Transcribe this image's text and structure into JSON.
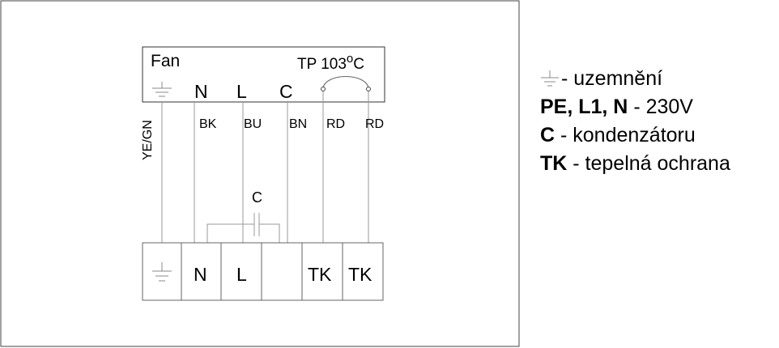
{
  "fan": {
    "title": "Fan",
    "thermal_protection": "TP 103",
    "thermal_protection_unit": "C",
    "thermal_protection_degree": "o",
    "terminals": [
      "N",
      "L",
      "C"
    ],
    "ground_icon": "ground-icon"
  },
  "wires": [
    "YE/GN",
    "BK",
    "BU",
    "BN",
    "RD",
    "RD"
  ],
  "capacitor": {
    "label": "C"
  },
  "terminal_block": {
    "ground_icon": "ground-icon",
    "terminals": [
      "N",
      "L",
      "",
      "TK",
      "TK"
    ]
  },
  "legend": {
    "ground_icon": "ground-icon",
    "items": [
      {
        "bold": "",
        "text": "- uzemnění"
      },
      {
        "bold": "PE, L1, N",
        "text": " - 230V"
      },
      {
        "bold": "C",
        "text": " - kondenzátoru"
      },
      {
        "bold": "TK",
        "text": " - tepelná ochrana"
      }
    ]
  }
}
